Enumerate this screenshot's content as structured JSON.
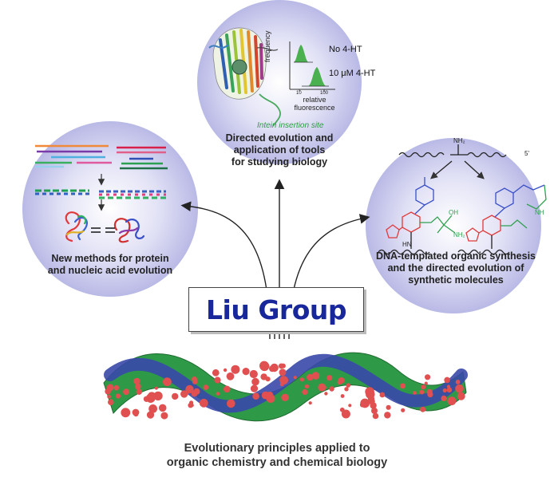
{
  "logo": {
    "text": "Liu Group",
    "color": "#18289a"
  },
  "panels": {
    "top": {
      "caption": "Directed evolution and\napplication of tools\nfor studying biology",
      "inset_note": "Intein insertion site",
      "legend_no": "No 4-HT",
      "legend_yes": "10 μM 4-HT",
      "y_axis": "frequency",
      "x_axis": "relative\nfluorescence",
      "tick_low": "10",
      "tick_high": "100"
    },
    "left": {
      "caption": "New methods for protein\nand nucleic acid evolution"
    },
    "right": {
      "caption": "DNA-templated organic synthesis\nand the directed evolution of\nsynthetic molecules",
      "nh2_label": "NH₂",
      "five_prime": "5'",
      "oh_label": "OH",
      "nh2_label_2": "NH₂",
      "hn_label": "HN",
      "nh_label": "NH"
    }
  },
  "footer": {
    "text": "Evolutionary principles applied to\norganic chemistry and chemical biology"
  },
  "colors": {
    "circle": "#c9c9ec",
    "dna_green": "#2e9a48",
    "dna_red": "#e05050",
    "dna_blue": "#3848a8"
  }
}
